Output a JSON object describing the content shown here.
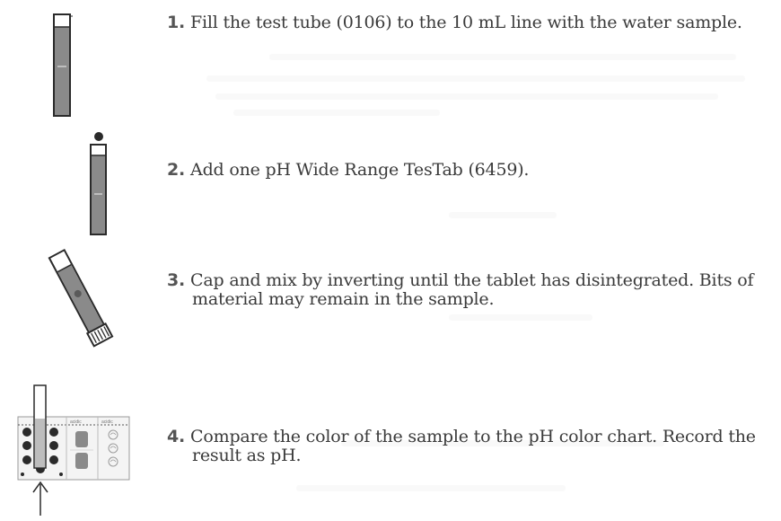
{
  "steps": [
    {
      "number": "1.",
      "text": "Fill the test tube (0106) to the 10 mL line with the water sample.",
      "icon": "test-tube-filled-icon"
    },
    {
      "number": "2.",
      "text": "Add one pH Wide Range TesTab (6459).",
      "icon": "tablet-drop-icon"
    },
    {
      "number": "3.",
      "lines": [
        "Cap and mix by inverting until the tablet has disintegrated. Bits of",
        "material may remain in the sample."
      ],
      "icon": "tilted-tube-icon"
    },
    {
      "number": "4.",
      "lines": [
        "Compare the color of the sample to the pH color chart. Record the",
        "result as pH."
      ],
      "icon": "color-chart-icon"
    }
  ],
  "chart_card": {
    "col1_label": "acidic",
    "col2_label": "acidic"
  }
}
